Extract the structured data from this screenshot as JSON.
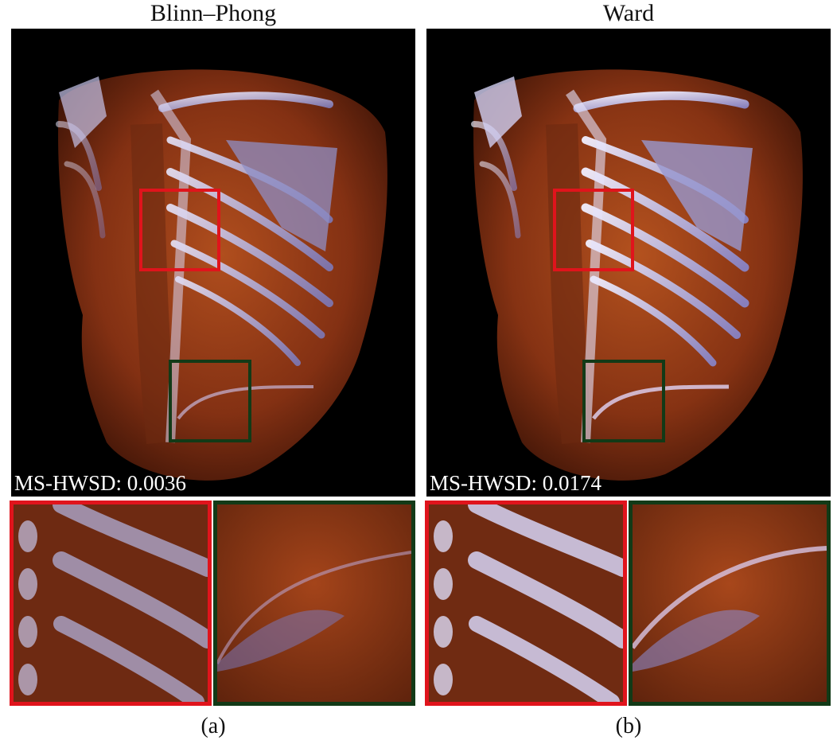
{
  "panels": [
    {
      "title": "Blinn–Phong",
      "metric": "MS-HWSD: 0.0036",
      "caption": "(a)"
    },
    {
      "title": "Ward",
      "metric": "MS-HWSD: 0.0174",
      "caption": "(b)"
    }
  ],
  "colors": {
    "red_roi": "#e0141c",
    "green_roi": "#123a17",
    "background": "#000000",
    "tissue": "#a8451c",
    "bone": "#b9b8e0"
  }
}
